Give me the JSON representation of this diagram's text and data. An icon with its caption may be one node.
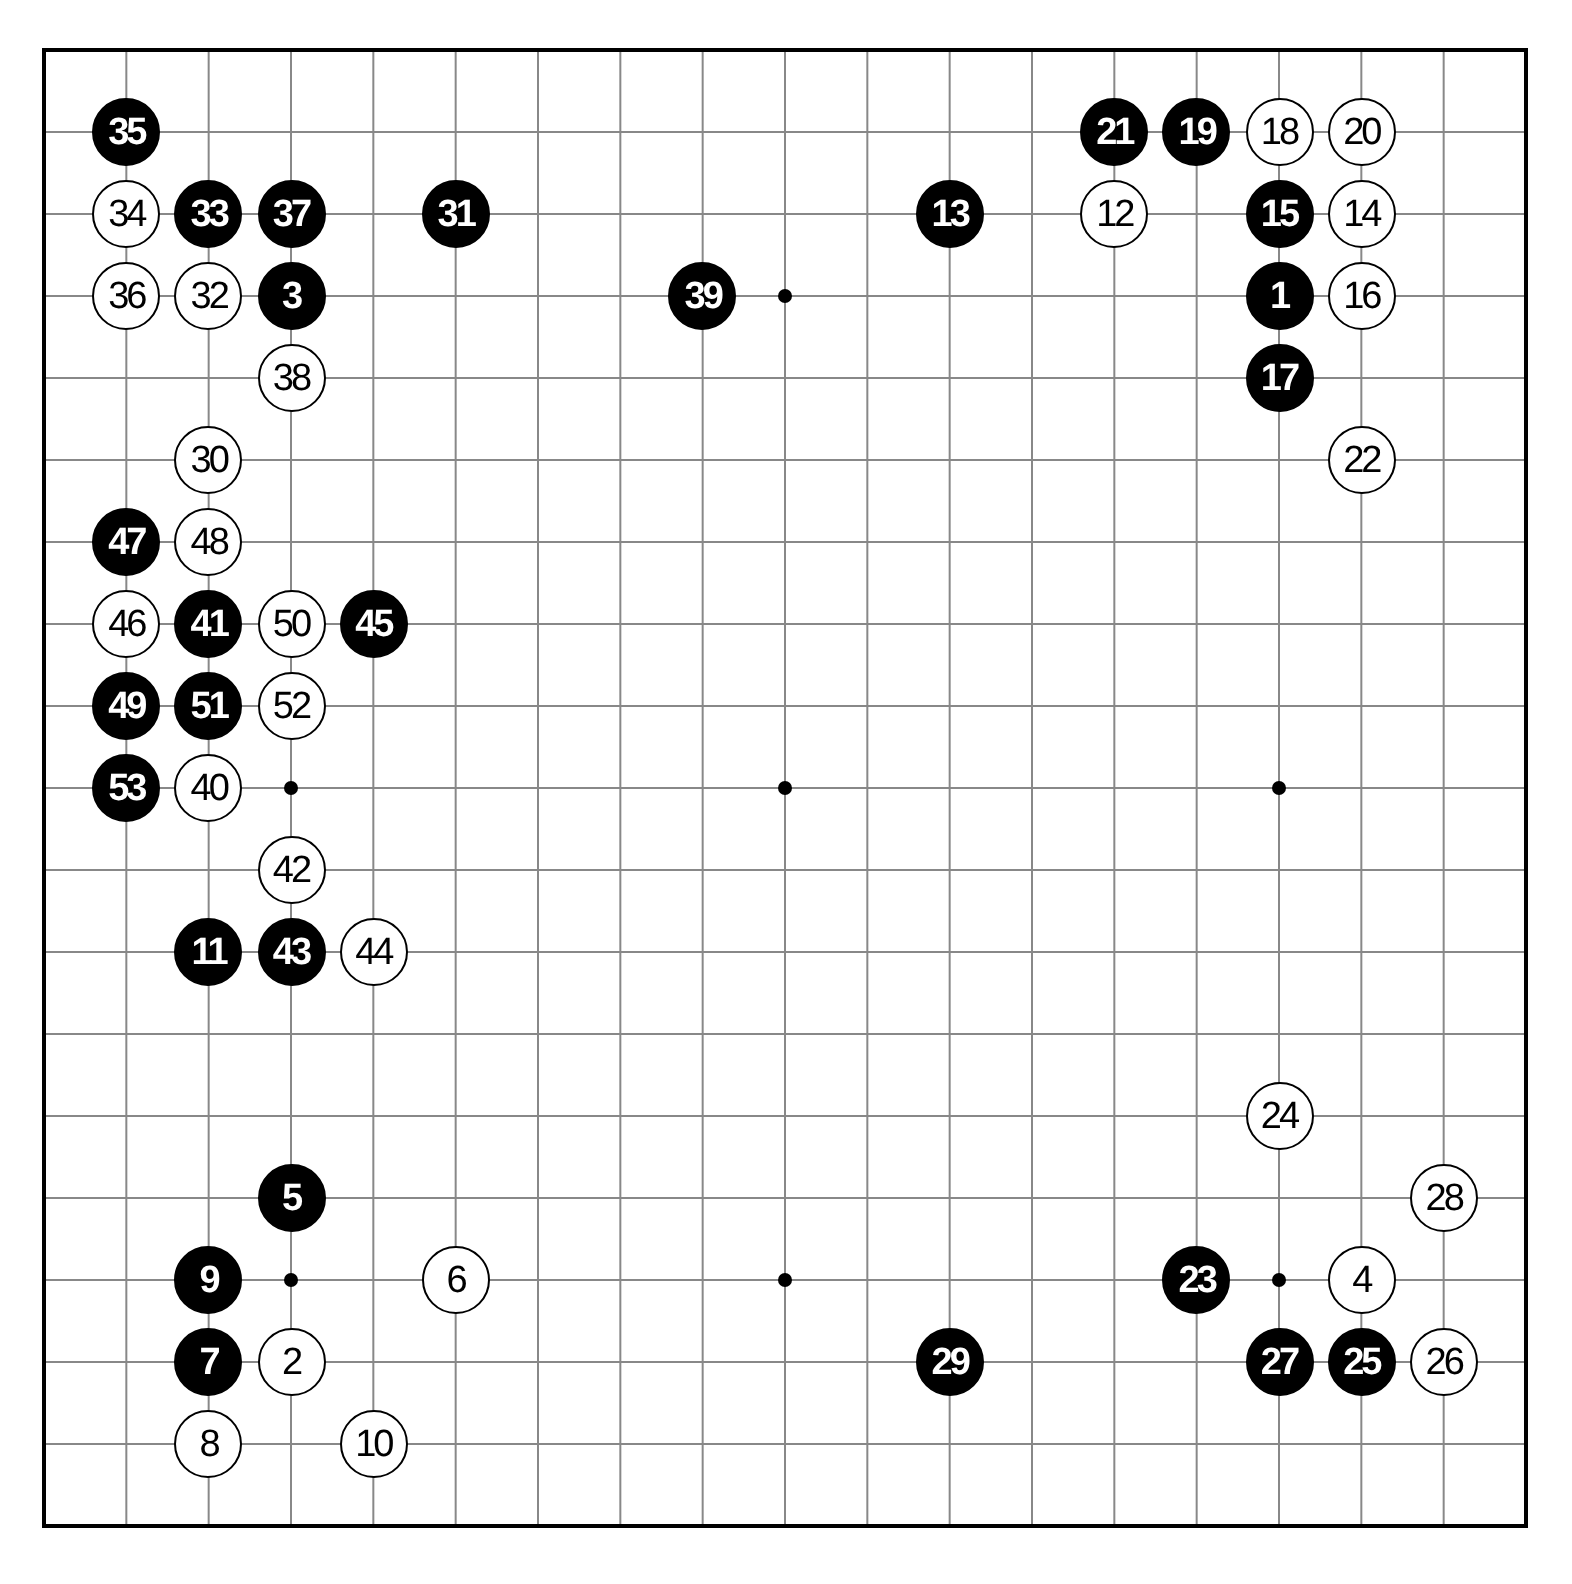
{
  "diagram": {
    "nodes": [
      {
        "text": [
          "35"
        ]
      },
      {
        "text": [
          "21"
        ]
      },
      {
        "text": [
          "19"
        ]
      },
      {
        "text": [
          "18"
        ]
      },
      {
        "text": [
          "20"
        ]
      },
      {
        "text": [
          "34"
        ]
      },
      {
        "text": [
          "33"
        ]
      },
      {
        "text": [
          "37"
        ]
      },
      {
        "text": [
          "31"
        ]
      },
      {
        "text": [
          "13"
        ]
      },
      {
        "text": [
          "12"
        ]
      },
      {
        "text": [
          "15"
        ]
      },
      {
        "text": [
          "14"
        ]
      },
      {
        "text": [
          "36"
        ]
      },
      {
        "text": [
          "32"
        ]
      },
      {
        "text": [
          "3"
        ]
      },
      {
        "text": [
          "39"
        ]
      },
      {
        "text": [
          "1"
        ]
      },
      {
        "text": [
          "16"
        ]
      },
      {
        "text": [
          "38"
        ]
      },
      {
        "text": [
          "17"
        ]
      },
      {
        "text": [
          "30"
        ]
      },
      {
        "text": [
          "22"
        ]
      },
      {
        "text": [
          "47"
        ]
      },
      {
        "text": [
          "48"
        ]
      },
      {
        "text": [
          "46"
        ]
      },
      {
        "text": [
          "41"
        ]
      },
      {
        "text": [
          "50"
        ]
      },
      {
        "text": [
          "45"
        ]
      },
      {
        "text": [
          "49"
        ]
      },
      {
        "text": [
          "51"
        ]
      },
      {
        "text": [
          "52"
        ]
      },
      {
        "text": [
          "53"
        ]
      },
      {
        "text": [
          "40"
        ]
      },
      {
        "text": [
          "42"
        ]
      },
      {
        "text": [
          "11"
        ]
      },
      {
        "text": [
          "43"
        ]
      },
      {
        "text": [
          "44"
        ]
      },
      {
        "text": [
          "24"
        ]
      },
      {
        "text": [
          "5"
        ]
      },
      {
        "text": [
          "28"
        ]
      },
      {
        "text": [
          "9"
        ]
      },
      {
        "text": [
          "6"
        ]
      },
      {
        "text": [
          "23"
        ]
      },
      {
        "text": [
          "4"
        ]
      },
      {
        "text": [
          "7"
        ]
      },
      {
        "text": [
          "2"
        ]
      },
      {
        "text": [
          "29"
        ]
      },
      {
        "text": [
          "27"
        ]
      },
      {
        "text": [
          "25"
        ]
      },
      {
        "text": [
          "26"
        ]
      },
      {
        "text": [
          "8"
        ]
      },
      {
        "text": [
          "10"
        ]
      }
    ]
  }
}
